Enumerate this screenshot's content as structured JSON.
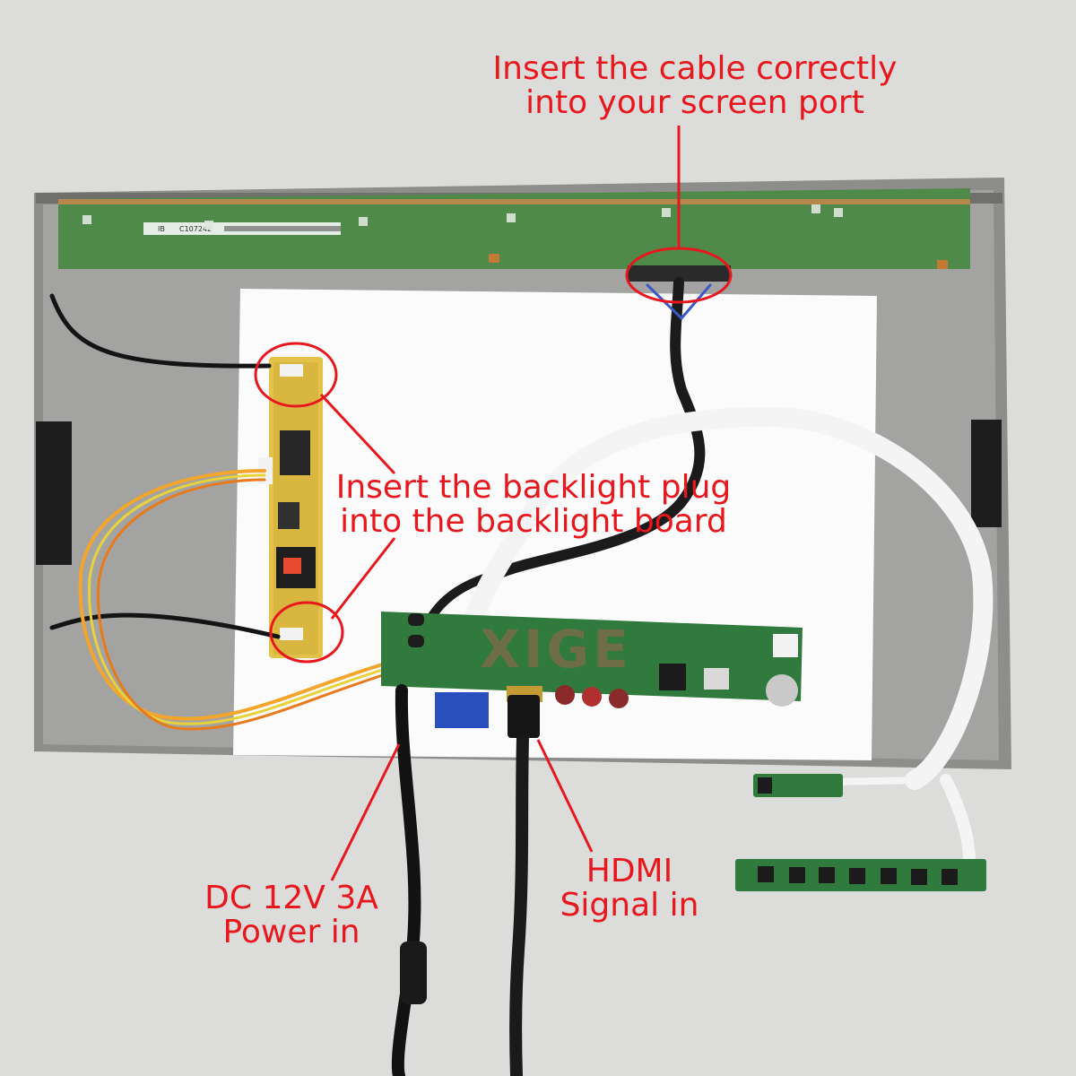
{
  "annotations": {
    "screen_port": [
      "Insert the cable correctly",
      "into your screen port"
    ],
    "backlight": [
      "Insert the backlight plug",
      "into the backlight board"
    ],
    "power": [
      "DC 12V 3A",
      "Power in"
    ],
    "hdmi": [
      "HDMI",
      "Signal in"
    ]
  },
  "watermark": "XIGE",
  "panel_print": {
    "board_code": "C107242",
    "board_tag": "IB"
  },
  "colors": {
    "annotation": "#e8171d",
    "pcb_green": "#2f7a3c",
    "inverter_yellow": "#e3c24a"
  }
}
